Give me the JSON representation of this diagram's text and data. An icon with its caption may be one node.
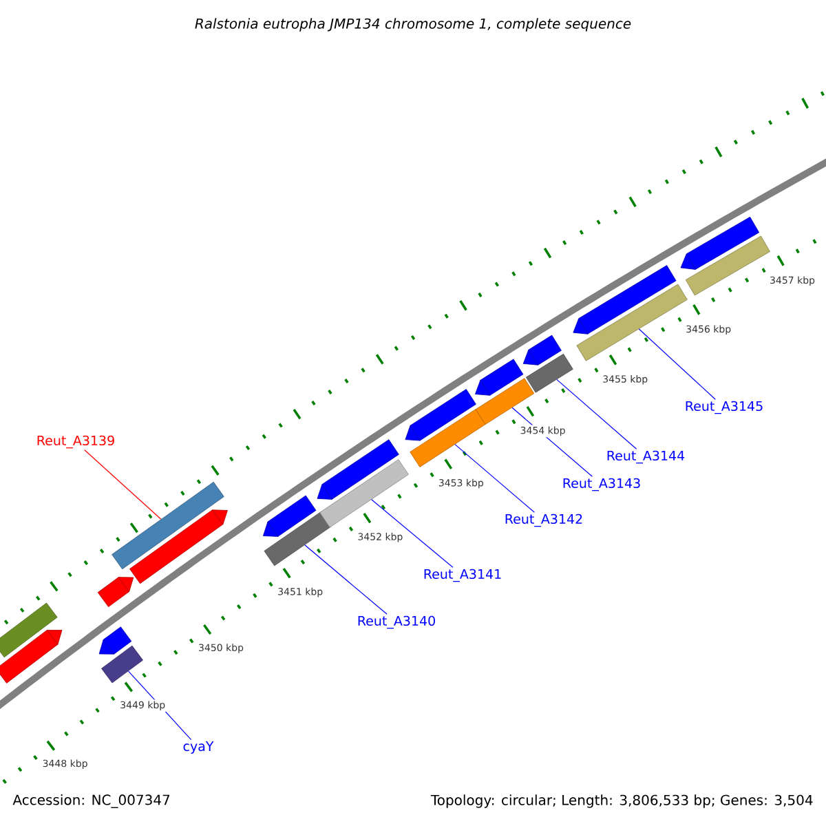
{
  "diagram": {
    "title": "Ralstonia eutropha JMP134 chromosome 1, complete sequence",
    "nodes": [
      {
        "text": [
          "Reut_A3139"
        ]
      },
      {
        "text": [
          "cyaY"
        ]
      },
      {
        "text": [
          "Reut_A3140"
        ]
      },
      {
        "text": [
          "Reut_A3141"
        ]
      },
      {
        "text": [
          "Reut_A3142"
        ]
      },
      {
        "text": [
          "Reut_A3143"
        ]
      },
      {
        "text": [
          "Reut_A3144"
        ]
      },
      {
        "text": [
          "Reut_A3145"
        ]
      },
      {
        "text": [],
        "shape": "bar"
      },
      {
        "text": [],
        "shape": "arrow"
      },
      {
        "text": [],
        "shape": "bar"
      },
      {
        "text": [],
        "shape": "arrow"
      },
      {
        "text": [],
        "shape": "arrow"
      },
      {
        "text": [],
        "shape": "bar"
      },
      {
        "text": [],
        "shape": "arrow"
      },
      {
        "text": [],
        "shape": "bar"
      },
      {
        "text": [],
        "shape": "arrow"
      },
      {
        "text": [],
        "shape": "bar"
      },
      {
        "text": [],
        "shape": "arrow"
      },
      {
        "text": [],
        "shape": "bar"
      },
      {
        "text": [],
        "shape": "arrow"
      },
      {
        "text": [],
        "shape": "bar"
      },
      {
        "text": [],
        "shape": "arrow"
      },
      {
        "text": [],
        "shape": "bar"
      },
      {
        "text": [],
        "shape": "arrow"
      },
      {
        "text": [],
        "shape": "bar"
      },
      {
        "text": [],
        "shape": "arrow"
      },
      {
        "text": [],
        "shape": "bar"
      },
      {
        "text": [],
        "shape": "arrow"
      }
    ],
    "edges": [
      {
        "from": 0,
        "to": 13,
        "arrow": "none",
        "color": "#ff0000"
      },
      {
        "from": 1,
        "to": 10,
        "arrow": "none"
      },
      {
        "from": 2,
        "to": 15,
        "arrow": "none"
      },
      {
        "from": 3,
        "to": 17,
        "arrow": "none"
      },
      {
        "from": 4,
        "to": 19,
        "arrow": "none"
      },
      {
        "from": 5,
        "to": 21,
        "arrow": "none"
      },
      {
        "from": 6,
        "to": 23,
        "arrow": "none"
      },
      {
        "from": 7,
        "to": 25,
        "arrow": "none"
      }
    ],
    "labels": [
      "3448 kbp",
      "3449 kbp",
      "3450 kbp",
      "3451 kbp",
      "3452 kbp",
      "3453 kbp",
      "3454 kbp",
      "3455 kbp",
      "3456 kbp",
      "3457 kbp",
      "Accession: NC_007347",
      "Topology: circular; Length: 3,806,533 bp; Genes: 3,504"
    ]
  }
}
